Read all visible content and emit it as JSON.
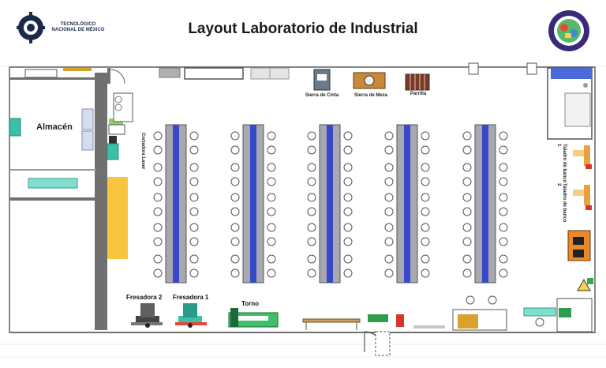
{
  "header": {
    "title": "Layout Laboratorio de Industrial",
    "logo_left_text": "TECNOLÓGICO NACIONAL DE MÉXICO",
    "logo_right": "institute-gear-seal-logo"
  },
  "areas": {
    "almacen": "Almacén",
    "cortadora_laser": "Cortadora Laser",
    "sierra_cinta": "Sierra de Cinta",
    "sierra_mesa": "Sierra de Meza",
    "parrilla": "Parrilla",
    "fresadora_2": "Fresadora 2",
    "fresadora_1": "Fresadora 1",
    "torno": "Torno",
    "taladro_banco_1": "Taladro de banco 1",
    "taladro_banco_2": "Taladro de banco 2"
  },
  "colors": {
    "wall": "#707070",
    "table_gray": "#a8a8b0",
    "table_blue": "#3848c8",
    "counter_yellow": "#f7c63e",
    "teal": "#3cbfa8",
    "exit_green": "#2e9e4e"
  }
}
